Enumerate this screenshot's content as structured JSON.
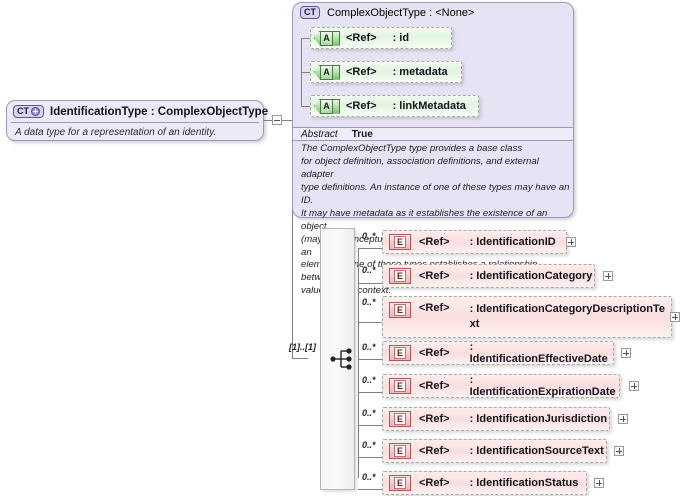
{
  "diagram": {
    "kind": "xsd-schema-diagram",
    "colors": {
      "type_box_fill": "#eceaf7",
      "complex_type_fill": "#e6e4f4",
      "attribute_fill": "#e2f4de",
      "element_fill": "#fadede",
      "sequence_fill": "#f4f4f4",
      "border": "#9a9ac0",
      "line": "#808080"
    }
  },
  "type_box": {
    "badge": "CT",
    "badge_expander": "plus-icon",
    "title": "IdentificationType : ComplexObjectType",
    "documentation": "A data type for a representation of an identity."
  },
  "connector": {
    "collapse_toggle": "minus-icon"
  },
  "complex_type": {
    "badge": "CT",
    "title": "ComplexObjectType : <None>",
    "attributes": [
      {
        "icon": "A",
        "ref": "<Ref>",
        "name": ": id"
      },
      {
        "icon": "A",
        "ref": "<Ref>",
        "name": ": metadata"
      },
      {
        "icon": "A",
        "ref": "<Ref>",
        "name": ": linkMetadata"
      }
    ],
    "abstract": {
      "label": "Abstract",
      "value": "True"
    },
    "documentation": "The ComplexObjectType type provides a base class\nfor object definition, association definitions, and external adapter\ntype definitions. An instance of one of these types may have an ID.\nIt may have metadata as it establishes the existence of an object\n(maybe a conceptual object). It may also have link metadata, as an\nelement of one of these types establishes a relationship between its\nvalue and its context."
  },
  "sequence": {
    "compositor": "sequence-icon",
    "cardinality": "[1]..[1]"
  },
  "elements": [
    {
      "icon": "E",
      "ref": "<Ref>",
      "name": ": IdentificationID",
      "cardinality": "0..*",
      "expander": "plus-icon"
    },
    {
      "icon": "E",
      "ref": "<Ref>",
      "name": ": IdentificationCategory",
      "cardinality": "0..*",
      "expander": "plus-icon"
    },
    {
      "icon": "E",
      "ref": "<Ref>",
      "name": ": IdentificationCategoryDescriptionTe\nxt",
      "cardinality": "0..*",
      "expander": "plus-icon"
    },
    {
      "icon": "E",
      "ref": "<Ref>",
      "name": ": IdentificationEffectiveDate",
      "cardinality": "0..*",
      "expander": "plus-icon"
    },
    {
      "icon": "E",
      "ref": "<Ref>",
      "name": ": IdentificationExpirationDate",
      "cardinality": "0..*",
      "expander": "plus-icon"
    },
    {
      "icon": "E",
      "ref": "<Ref>",
      "name": ": IdentificationJurisdiction",
      "cardinality": "0..*",
      "expander": "plus-icon"
    },
    {
      "icon": "E",
      "ref": "<Ref>",
      "name": ": IdentificationSourceText",
      "cardinality": "0..*",
      "expander": "plus-icon"
    },
    {
      "icon": "E",
      "ref": "<Ref>",
      "name": ": IdentificationStatus",
      "cardinality": "0..*",
      "expander": "plus-icon"
    }
  ]
}
